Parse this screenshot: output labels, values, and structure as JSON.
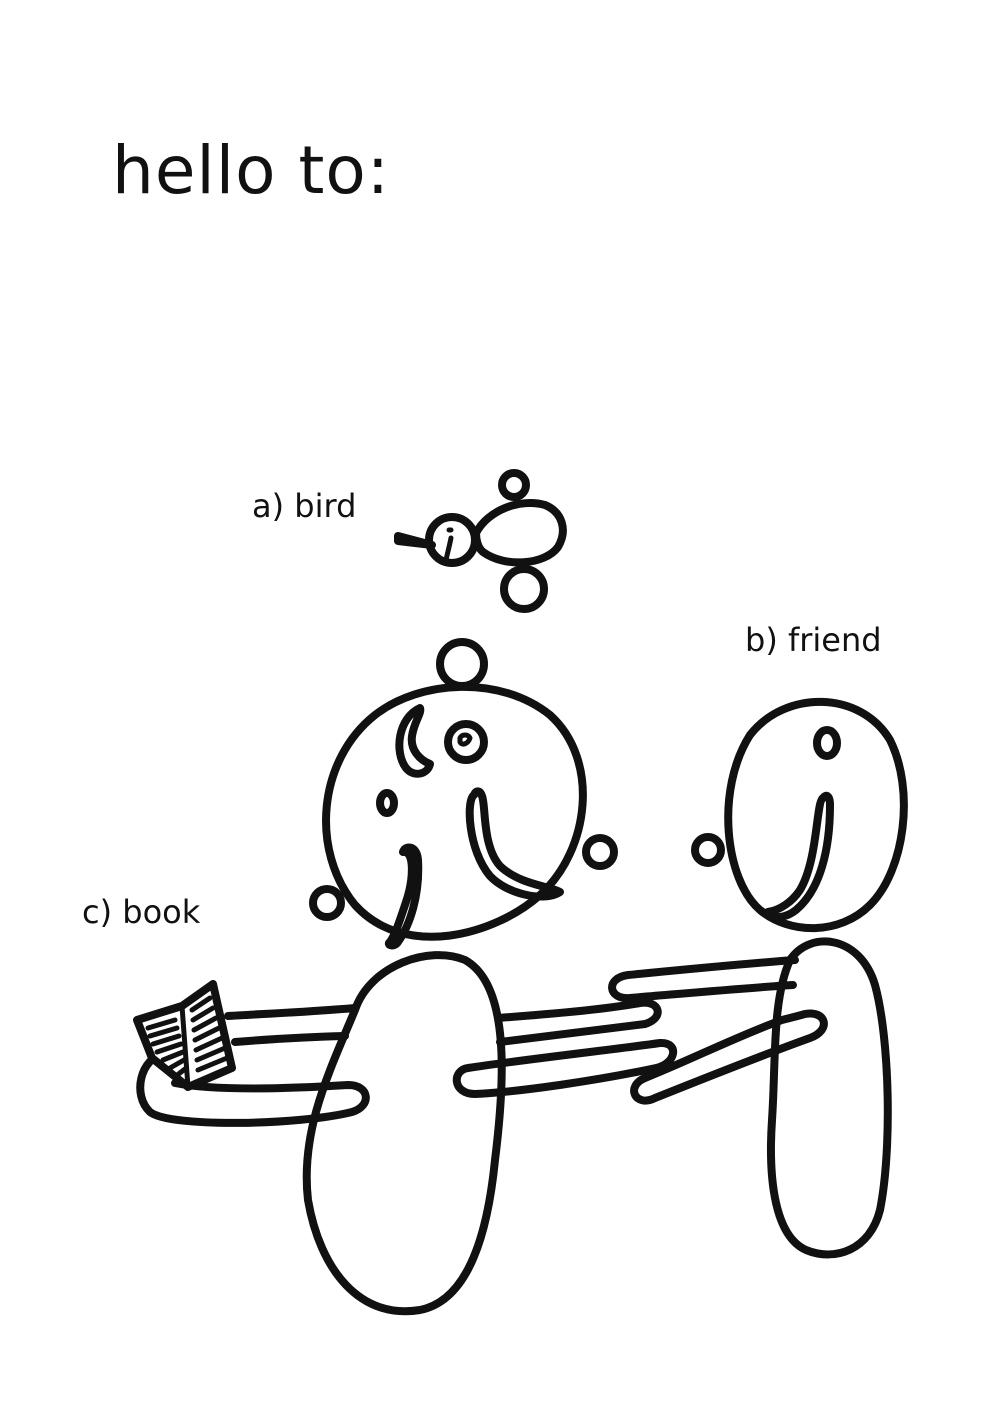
{
  "page": {
    "title": "hello to:"
  },
  "labels": {
    "bird": "a)  bird",
    "friend": "b) friend",
    "book": "c) book"
  },
  "ink_color": "#111111",
  "background_color": "#ffffff"
}
